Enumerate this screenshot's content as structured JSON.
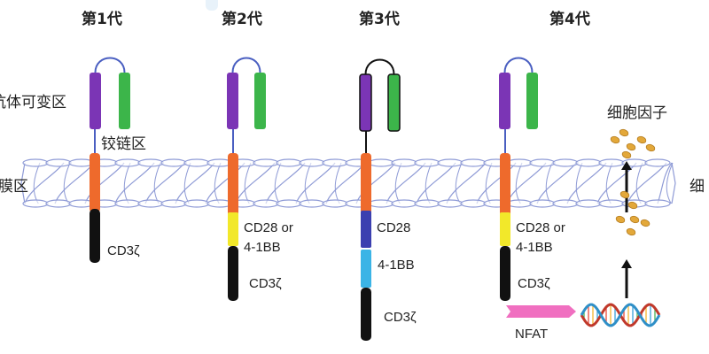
{
  "title": "CAR-T 细胞嵌合抗原受体结构演变（第1代至第4代）",
  "region_labels": {
    "antibody_variable": "抗体可变区",
    "hinge": "铰链区",
    "transmembrane": "膜区",
    "cell_membrane_partial": "细",
    "cytokines": "细胞因子"
  },
  "generations": [
    {
      "title": "第1代",
      "linker_color": "#4a5fc1",
      "domains": [
        {
          "name": "CD3ζ",
          "color": "#111111",
          "label": "CD3ζ"
        }
      ]
    },
    {
      "title": "第2代",
      "linker_color": "#4a5fc1",
      "domains": [
        {
          "name": "CD28 or 4-1BB",
          "color": "#f2e82a",
          "label_lines": [
            "CD28 or",
            "4-1BB"
          ]
        },
        {
          "name": "CD3ζ",
          "color": "#111111",
          "label": "CD3ζ"
        }
      ]
    },
    {
      "title": "第3代",
      "linker_color": "#111111",
      "domains": [
        {
          "name": "CD28",
          "color": "#3b3fb0",
          "label": "CD28"
        },
        {
          "name": "4-1BB",
          "color": "#3bb4e6",
          "label": "4-1BB"
        },
        {
          "name": "CD3ζ",
          "color": "#111111",
          "label": "CD3ζ"
        }
      ]
    },
    {
      "title": "第4代",
      "linker_color": "#4a5fc1",
      "domains": [
        {
          "name": "CD28 or 4-1BB",
          "color": "#f2e82a",
          "label_lines": [
            "CD28 or",
            "4-1BB"
          ]
        },
        {
          "name": "CD3ζ",
          "color": "#111111",
          "label": "CD3ζ"
        }
      ],
      "extras": {
        "nfat_label": "NFAT",
        "nfat_color": "#f06fc0",
        "cytokine_color": "#e3a83a"
      }
    }
  ],
  "colors": {
    "vh_purple": "#7b35b5",
    "vl_green": "#3cb54a",
    "transmembrane_orange": "#ee6a2c",
    "membrane_line": "#8f9bd6",
    "text": "#222222"
  },
  "icons": [
    "membrane-bilayer-icon",
    "dna-helix-icon",
    "arrow-up-icon",
    "cytokine-particle-icon"
  ]
}
